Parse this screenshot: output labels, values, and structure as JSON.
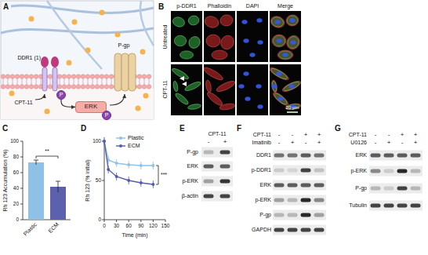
{
  "diagram": {
    "nodes": [
      {
        "text": [
          "P"
        ]
      },
      {
        "text": [
          "ERK"
        ]
      },
      {
        "text": [
          "P"
        ]
      }
    ],
    "edges": [
      {
        "from": 0,
        "to": 1,
        "arrow": "to"
      }
    ],
    "labels": [
      "A",
      "DDR1 (1)",
      "CPT-11",
      "P-gp",
      "B",
      "p-DDR1",
      "Phalloidin",
      "DAPI",
      "Merge",
      "Untreated",
      "CPT-11",
      "20 μm",
      "C",
      "100",
      "80",
      "60",
      "40",
      "20",
      "0",
      "Rh 123 Accumulation (%)",
      "Plastic",
      "ECM",
      "**",
      "D",
      "100",
      "50",
      "0",
      "Rh 123 (% initial)",
      "0",
      "30",
      "60",
      "90",
      "120",
      "150",
      "Time (min)",
      "***",
      "E",
      "CPT-11",
      "-",
      "+",
      "P-gp",
      "ERK",
      "p-ERK",
      "β-actin",
      "F",
      "CPT-11",
      "-",
      "-",
      "+",
      "+",
      "Imatinib",
      "-",
      "+",
      "-",
      "+",
      "DDR1",
      "p-DDR1",
      "ERK",
      "p-ERK",
      "P-gp",
      "GAPDH",
      "G",
      "CPT-11",
      "-",
      "-",
      "+",
      "+",
      "U0126",
      "-",
      "+",
      "-",
      "+",
      "ERK",
      "p-ERK",
      "P-gp",
      "Tubulin"
    ],
    "legend": [
      {
        "text": "Plastic"
      },
      {
        "text": "ECM"
      }
    ]
  }
}
